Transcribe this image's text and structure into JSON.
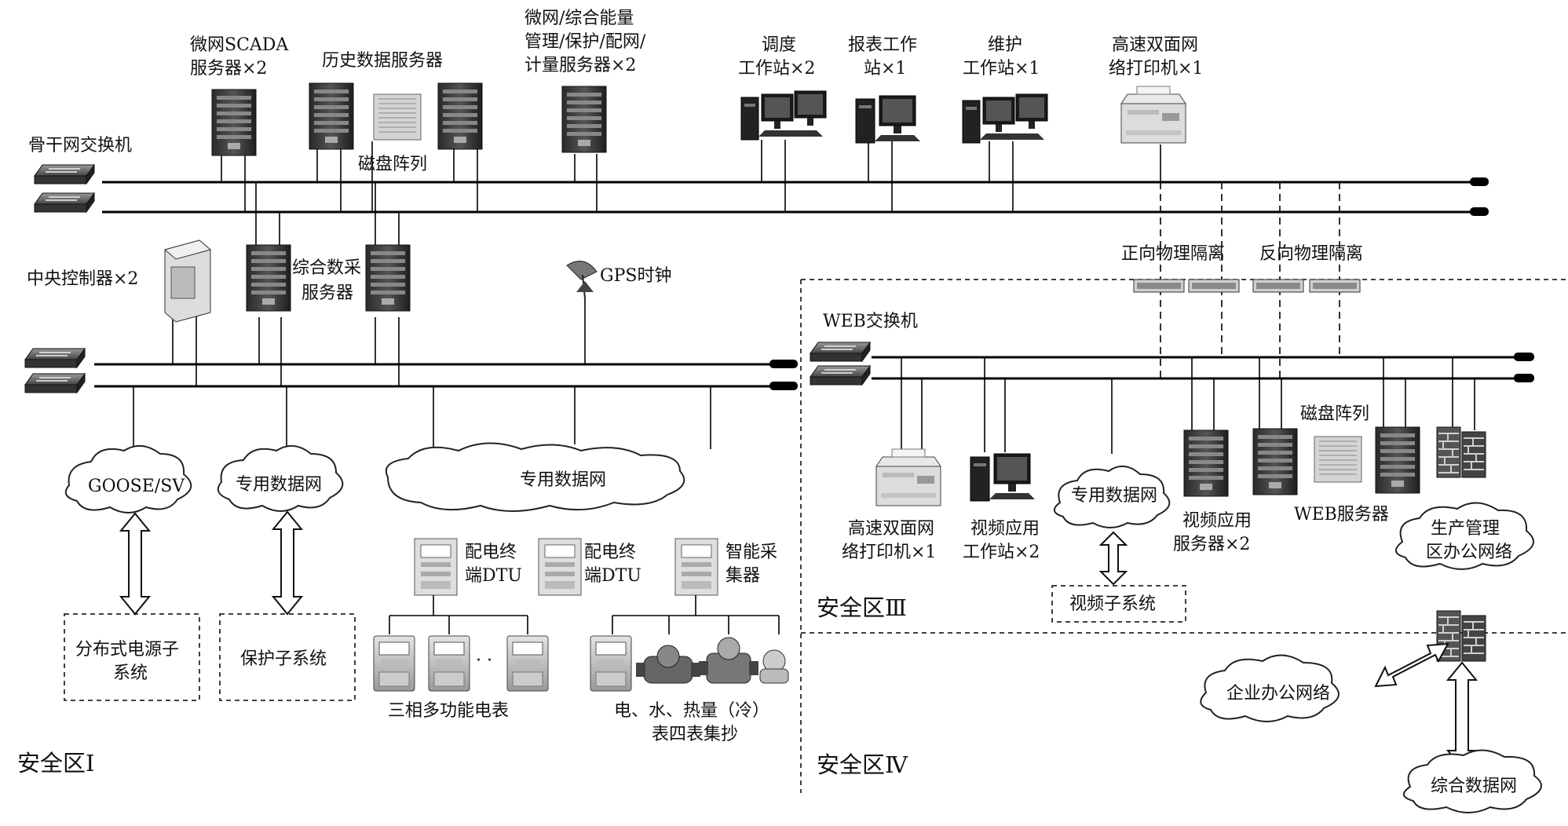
{
  "labels": {
    "scada_server": [
      "微网SCADA",
      "服务器×2"
    ],
    "history_server": "历史数据服务器",
    "energy_server": [
      "微网/综合能量",
      "管理/保护/配网/",
      "计量服务器×2"
    ],
    "dispatch_ws": [
      "调度",
      "工作站×2"
    ],
    "report_ws": [
      "报表工作",
      "站×1"
    ],
    "maint_ws": [
      "维护",
      "工作站×1"
    ],
    "printer_top": [
      "高速双面网",
      "络打印机×1"
    ],
    "backbone_switch": "骨干网交换机",
    "disk_array_top": "磁盘阵列",
    "central_controller": "中央控制器×2",
    "acq_server": [
      "综合数采",
      "服务器"
    ],
    "gps_clock": "GPS时钟",
    "forward_isolation": "正向物理隔离",
    "reverse_isolation": "反向物理隔离",
    "web_switch": "WEB交换机",
    "cloud_goose": "GOOSE/SV",
    "cloud_dedicated_1": "专用数据网",
    "cloud_dedicated_2": "专用数据网",
    "cloud_dedicated_3": "专用数据网",
    "dtu_1": [
      "配电终",
      "端DTU"
    ],
    "dtu_2": [
      "配电终",
      "端DTU"
    ],
    "smart_collector": [
      "智能采",
      "集器"
    ],
    "distributed_power": [
      "分布式电源子",
      "系统"
    ],
    "protection_subsystem": "保护子系统",
    "three_phase_meter": "三相多功能电表",
    "four_meter": [
      "电、水、热量（冷）",
      "表四表集抄"
    ],
    "zone_1": "安全区Ⅰ",
    "zone_3": "安全区Ⅲ",
    "zone_4": "安全区Ⅳ",
    "printer_web": [
      "高速双面网",
      "络打印机×1"
    ],
    "video_ws": [
      "视频应用",
      "工作站×2"
    ],
    "video_subsystem": "视频子系统",
    "video_server": [
      "视频应用",
      "服务器×2"
    ],
    "disk_array_web": "磁盘阵列",
    "web_server": "WEB服务器",
    "production_net": [
      "生产管理",
      "区办公网络"
    ],
    "enterprise_net": "企业办公网络",
    "integrated_net": "综合数据网",
    "ellipsis": "· ·"
  }
}
